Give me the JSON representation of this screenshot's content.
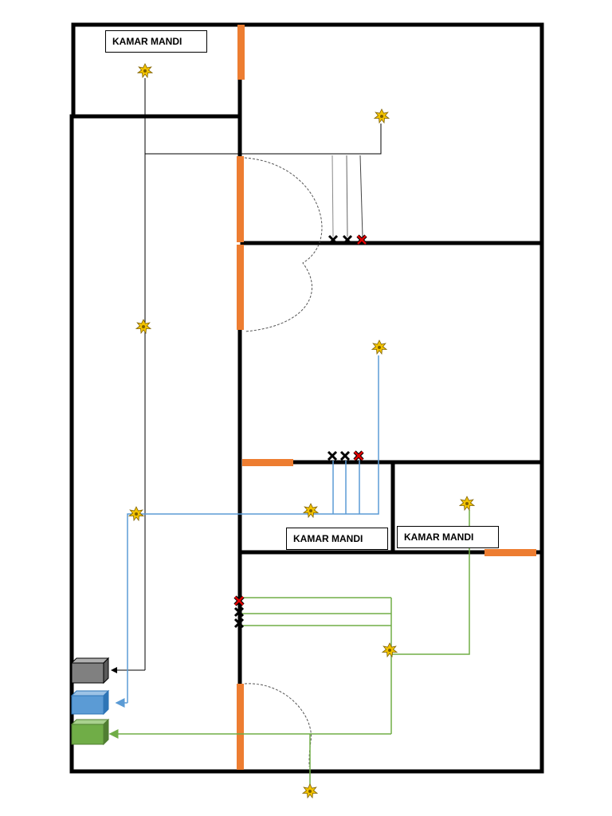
{
  "labels": {
    "bathroom_top": "KAMAR MANDI",
    "bathroom_mid_left": "KAMAR MANDI",
    "bathroom_mid_right": "KAMAR MANDI"
  },
  "colors": {
    "wall": "#000000",
    "door": "#ED7D31",
    "lamp": "#F2C300",
    "lamp_outline": "#7F6000",
    "circuit_black": "#000000",
    "circuit_blue": "#5B9BD5",
    "circuit_green": "#70AD47",
    "switch_red": "#E00000",
    "panel_gray": "#808080",
    "panel_blue": "#5B9BD5",
    "panel_green": "#70AD47"
  },
  "icons": {
    "lamp": "lamp-icon",
    "switch": "switch-icon",
    "panel": "panel-box-icon"
  }
}
